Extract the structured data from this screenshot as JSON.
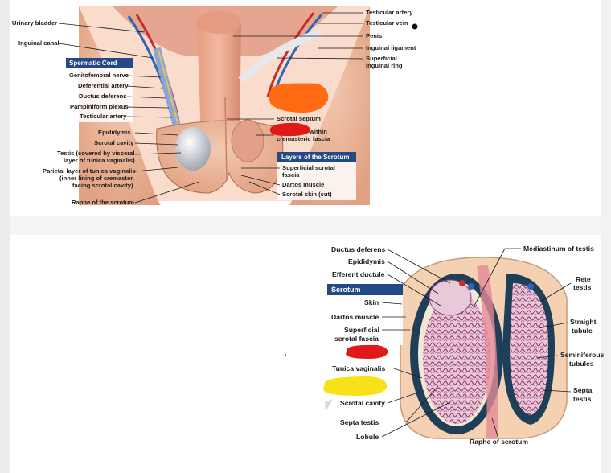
{
  "top_figure": {
    "left_labels": [
      "Urinary bladder",
      "Inguinal canal"
    ],
    "spermatic_cord_header": "Spermatic Cord",
    "spermatic_cord_items": [
      "Genitofemoral nerve",
      "Deferential artery",
      "Ductus deferens",
      "Pampiniform plexus",
      "Testicular artery"
    ],
    "left_lower_labels": [
      "Epididymis",
      "Scrotal cavity",
      "Testis (covered by visceral",
      "layer of tunica vaginalis)",
      "Parietal layer of tunica vaginalis",
      "(inner lining of cremaster,",
      "facing scrotal cavity)",
      "Raphe of the scrotum"
    ],
    "right_labels": [
      "Testicular artery",
      "Testicular vein",
      "Penis",
      "Inguinal ligament",
      "Superficial",
      "inguinal ring",
      "Scrotal septum",
      "within",
      "cremasteric fascia"
    ],
    "layers_header": "Layers of the Scrotum",
    "layers_items": [
      "Superficial scrotal",
      "fascia",
      "Dartos muscle",
      "Scrotal skin (cut)"
    ]
  },
  "bottom_figure": {
    "left_labels": [
      "Ductus deferens",
      "Epididymis",
      "Efferent ductule"
    ],
    "scrotum_header": "Scrotum",
    "scrotum_items": [
      "Skin",
      "Dartos muscle",
      "Superficial",
      "scrotal fascia"
    ],
    "left_lower_labels": [
      "Tunica vaginalis",
      "Scrotal cavity",
      "Septa testis",
      "Lobule"
    ],
    "right_labels": [
      "Mediastinum of testis",
      "Rete",
      "testis",
      "Straight",
      "tubule",
      "Seminiferous",
      "tubules",
      "Septa",
      "testis",
      "Raphe of scrotum"
    ]
  },
  "redactions": {
    "orange": "#ff6a13",
    "red": "#e0191a",
    "yellow": "#f7e21a"
  }
}
